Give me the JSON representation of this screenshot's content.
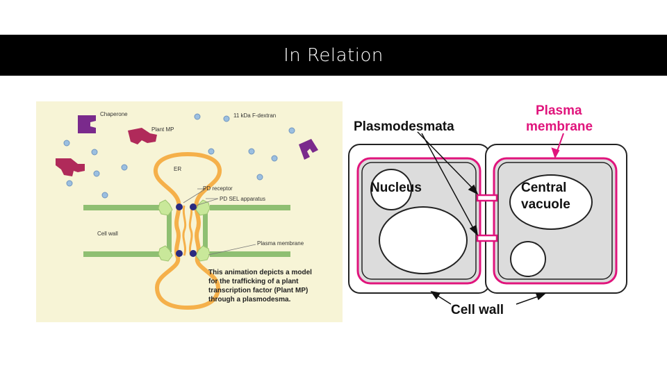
{
  "slide": {
    "title": "In Relation"
  },
  "left_figure": {
    "background": "#f7f4d6",
    "labels": {
      "chaperone": "Chaperone",
      "dextran": "11 kDa F-dextran",
      "plant_mp": "Plant MP",
      "er": "ER",
      "pd_receptor": "PD receptor",
      "pd_sel": "PD SEL apparatus",
      "cell_wall": "Cell wall",
      "plasma_membrane": "Plasma membrane"
    },
    "caption": [
      "This animation depicts a model",
      "for the trafficking of a plant",
      "transcription factor (Plant MP)",
      "through a plasmodesma."
    ]
  },
  "right_figure": {
    "labels": {
      "plasmodesmata": "Plasmodesmata",
      "plasma_membrane_line1": "Plasma",
      "plasma_membrane_line2": "membrane",
      "nucleus": "Nucleus",
      "central_vacuole_line1": "Central",
      "central_vacuole_line2": "vacuole",
      "cell_wall": "Cell wall"
    }
  },
  "colors": {
    "membrane_pink": "#e0147c",
    "cytoplasm_gray": "#dcdcdc",
    "er_orange": "#f5b04a",
    "cell_wall_green": "#8fbf72",
    "receptor_navy": "#2a2a80",
    "chaperone_purple": "#7a2a8c",
    "plant_mp_magenta": "#b02a5a",
    "dextran_blue": "#9bbfe0"
  }
}
